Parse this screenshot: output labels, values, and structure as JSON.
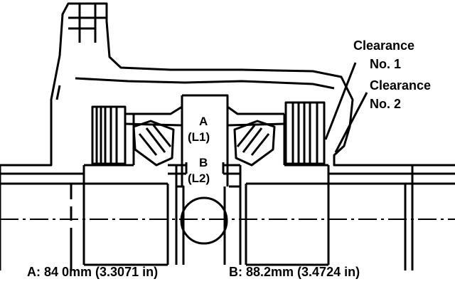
{
  "labels": {
    "clearance_1_line1": "Clearance",
    "clearance_1_line2": "No. 1",
    "clearance_2_line1": "Clearance",
    "clearance_2_line2": "No. 2",
    "a": "A",
    "l1": "(L1)",
    "b": "B",
    "l2": "(L2)"
  },
  "captions": {
    "a": "A: 84 0mm (3.3071 in)",
    "b": "B: 88.2mm (3.4724 in)"
  }
}
